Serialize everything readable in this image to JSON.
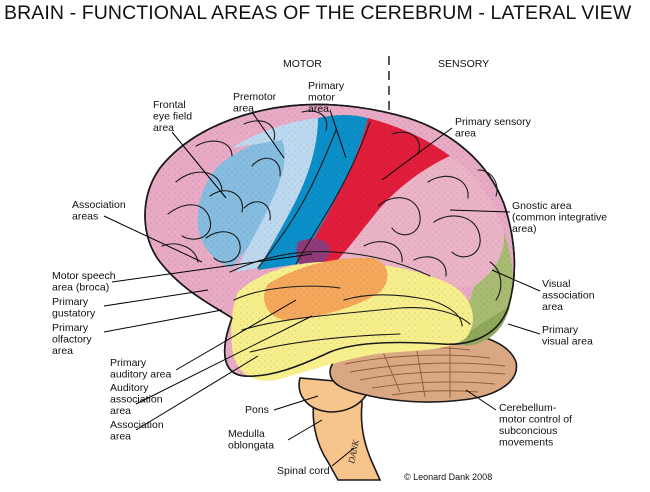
{
  "title": "BRAIN - FUNCTIONAL AREAS OF THE CEREBRUM - LATERAL VIEW",
  "sections": {
    "motor": "MOTOR",
    "sensory": "SENSORY"
  },
  "labels": {
    "frontal_eye_field": [
      "Frontal",
      "eye field",
      "area"
    ],
    "premotor": [
      "Premotor",
      "area"
    ],
    "primary_motor": [
      "Primary",
      "motor",
      "area"
    ],
    "primary_sensory": [
      "Primary sensory",
      "area"
    ],
    "association_areas": [
      "Association",
      "areas"
    ],
    "gnostic": [
      "Gnostic area",
      "(common integrative",
      "area)"
    ],
    "motor_speech": [
      "Motor speech",
      "area (broca)"
    ],
    "primary_gustatory": [
      "Primary",
      "gustatory"
    ],
    "primary_olfactory": [
      "Primary",
      "olfactory",
      "area"
    ],
    "visual_association": [
      "Visual",
      "association",
      "area"
    ],
    "primary_visual": [
      "Primary",
      "visual area"
    ],
    "primary_auditory": [
      "Primary",
      "auditory area"
    ],
    "auditory_association": [
      "Auditory",
      "association",
      "area"
    ],
    "association_area": [
      "Association",
      "area"
    ],
    "pons": [
      "Pons"
    ],
    "medulla": [
      "Medulla",
      "oblongata"
    ],
    "cerebellum": [
      "Cerebellum-",
      "motor control of",
      "subconcious",
      "movements"
    ],
    "spinal_cord": [
      "Spinal cord"
    ]
  },
  "signature": "DANK",
  "credit": "© Leonard Dank 2008",
  "colors": {
    "frontal_pink": "#e8aac4",
    "eye_field_blue": "#86bde0",
    "premotor_light_blue": "#bcd9ef",
    "motor_blue": "#0b8fc9",
    "sensory_red": "#e01e3c",
    "broca_purple": "#8e3a78",
    "gnostic_pink": "#eab3c6",
    "temporal_yellow": "#f7ef8c",
    "auditory_orange": "#f5a85c",
    "visual_green": "#a8bb72",
    "cerebellum_tan": "#d9a882",
    "brainstem_peach": "#f7c48c"
  }
}
